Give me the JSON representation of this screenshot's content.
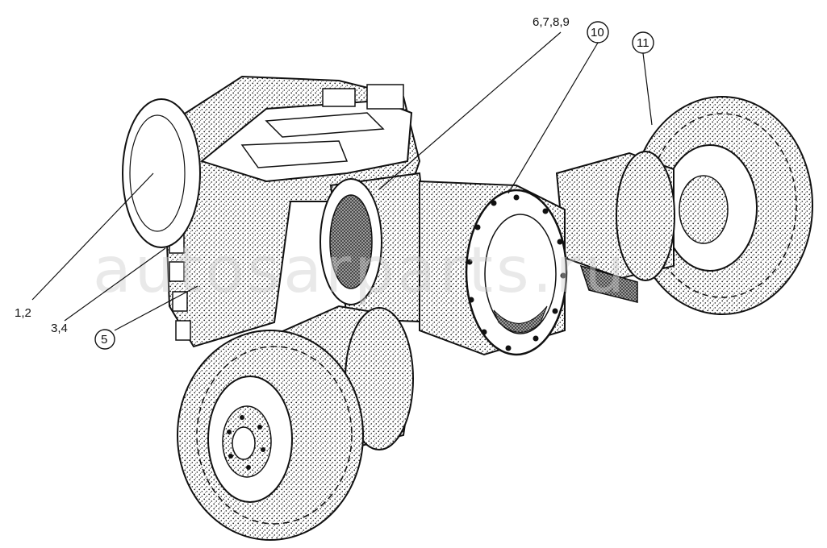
{
  "callouts": [
    {
      "id": "c-1-2",
      "label": "1,2"
    },
    {
      "id": "c-3-4",
      "label": "3,4"
    },
    {
      "id": "c-5",
      "label": "5"
    },
    {
      "id": "c-6-9",
      "label": "6,7,8,9"
    },
    {
      "id": "c-10",
      "label": "10"
    },
    {
      "id": "c-11",
      "label": "11"
    }
  ],
  "watermark": "autosarparts.ru",
  "colors": {
    "ink": "#111111",
    "paper": "#ffffff",
    "shade": "#6b6b6b",
    "watermark": "#cfcfcf"
  }
}
